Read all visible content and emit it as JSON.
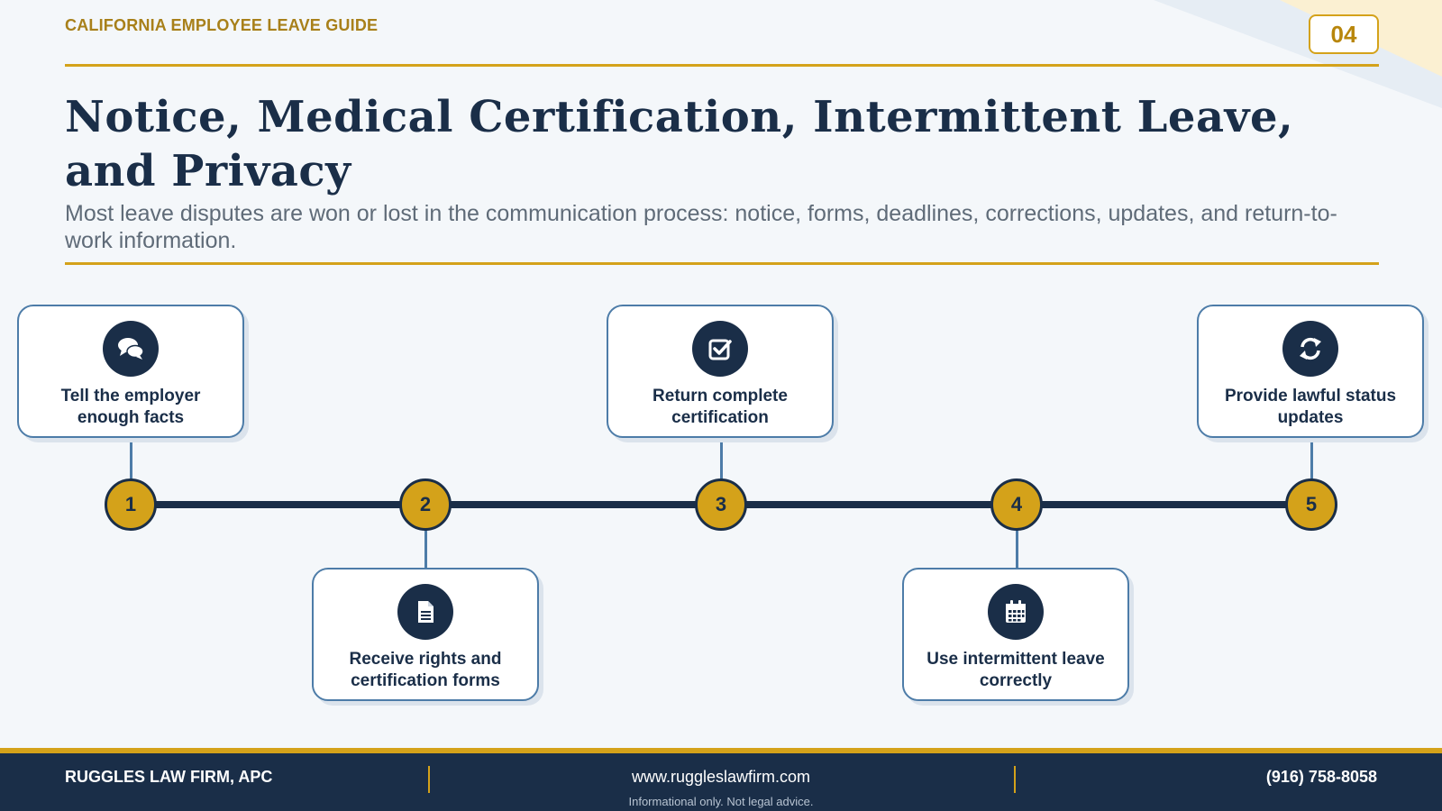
{
  "header": {
    "kicker": "CALIFORNIA EMPLOYEE LEAVE GUIDE",
    "page_number": "04",
    "title": "Notice, Medical Certification, Intermittent Leave, and Privacy",
    "subtitle": "Most leave disputes are won or lost in the communication process: notice, forms, deadlines, corrections, updates, and return-to-work information."
  },
  "steps": [
    {
      "number": "1",
      "label": "Tell the employer enough facts",
      "icon": "chat-icon"
    },
    {
      "number": "2",
      "label": "Receive rights and certification forms",
      "icon": "document-icon"
    },
    {
      "number": "3",
      "label": "Return complete certification",
      "icon": "checkbox-icon"
    },
    {
      "number": "4",
      "label": "Use intermittent leave correctly",
      "icon": "calendar-icon"
    },
    {
      "number": "5",
      "label": "Provide lawful status updates",
      "icon": "refresh-icon"
    }
  ],
  "footer": {
    "firm": "RUGGLES LAW FIRM, APC",
    "website": "www.ruggleslawfirm.com",
    "phone": "(916) 758-8058",
    "disclaimer": "Informational only. Not legal advice."
  },
  "colors": {
    "navy": "#1a2e48",
    "gold": "#d4a21a",
    "steel_blue": "#4d7ca8",
    "background": "#f4f7fa"
  }
}
